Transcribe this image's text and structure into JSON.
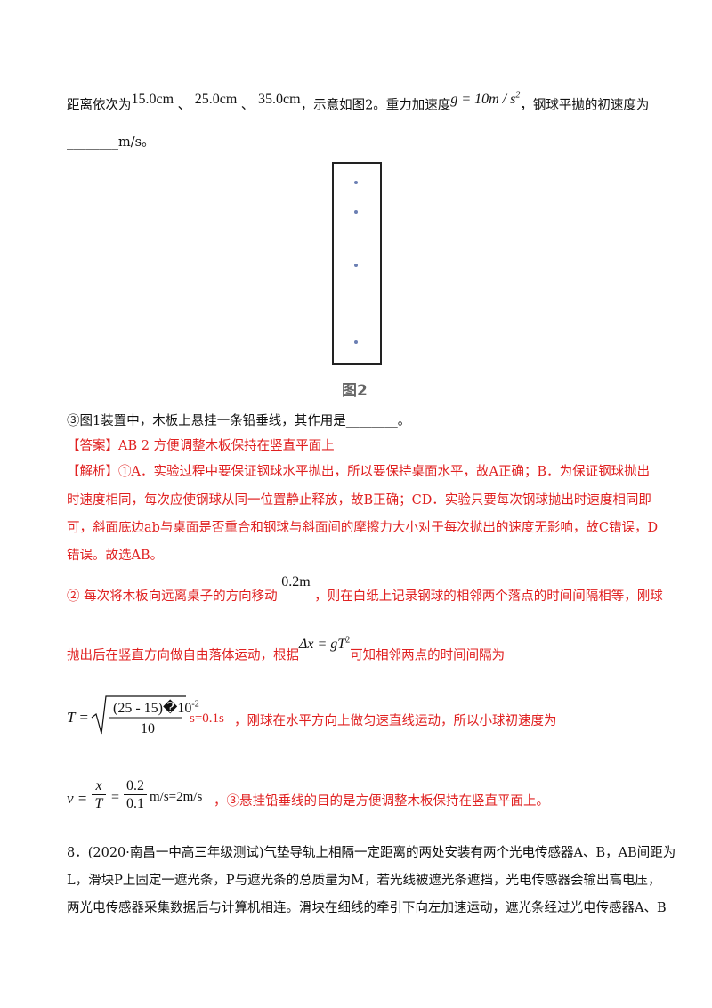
{
  "line1": {
    "prefix": "距离依次为",
    "d1": "15.0cm",
    "sep1": "、",
    "d2": "25.0cm",
    "sep2": "、",
    "d3": "35.0cm",
    "middle": "，示意如图2。重力加速度",
    "g_expr": "g = 10m / s",
    "g_exp": "2",
    "suffix": "，钢球平抛的初速度为"
  },
  "line2": {
    "blank": "________",
    "unit": "m/s。"
  },
  "figure": {
    "caption": "图2",
    "dot_color": "#6b7fb3"
  },
  "q3": "③图1装置中，木板上悬挂一条铅垂线，其作用是________。",
  "answer": "【答案】AB   2   方便调整木板保持在竖直平面上",
  "analysis": [
    "【解析】①A．实验过程中要保证钢球水平抛出，所以要保持桌面水平，故A正确；B．为保证钢球抛出",
    "时速度相同，每次应使钢球从同一位置静止释放，故B正确；CD．实验只要每次钢球抛出时速度相同即",
    "可，斜面底边ab与桌面是否重合和钢球与斜面间的摩擦力大小对于每次抛出的速度无影响，故C错误，D",
    "错误。故选AB。"
  ],
  "part2": {
    "line1_a": "②  每次将木板向远离桌子的方向移动",
    "move": "0.2m",
    "line1_b": "，则在白纸上记录钢球的相邻两个落点的时间间隔相等，刚球",
    "line2_a": "抛出后在竖直方向做自由落体运动，根据",
    "formula": "Δx = gT",
    "formula_exp": "2",
    "line2_b": "可知相邻两点的时间间隔为"
  },
  "t_formula": {
    "lhs": "T =",
    "num": "(25 - 15)�10",
    "num_exp": "-2",
    "den": "10",
    "result": "s=0.1s",
    "tail": "，刚球在水平方向上做匀速直线运动，所以小球初速度为"
  },
  "v_formula": {
    "lhs": "v =",
    "f1_num": "x",
    "f1_den": "T",
    "eq": "=",
    "f2_num": "0.2",
    "f2_den": "0.1",
    "result": "m/s=2m/s",
    "tail": "，③悬挂铅垂线的目的是方便调整木板保持在竖直平面上。"
  },
  "q8": [
    "8．(2020·南昌一中高三年级测试)气垫导轨上相隔一定距离的两处安装有两个光电传感器A、B，AB间距为",
    "L，滑块P上固定一遮光条，P与遮光条的总质量为M，若光线被遮光条遮挡，光电传感器会输出高电压，",
    "两光电传感器采集数据后与计算机相连。滑块在细线的牵引下向左加速运动，遮光条经过光电传感器A、B"
  ]
}
